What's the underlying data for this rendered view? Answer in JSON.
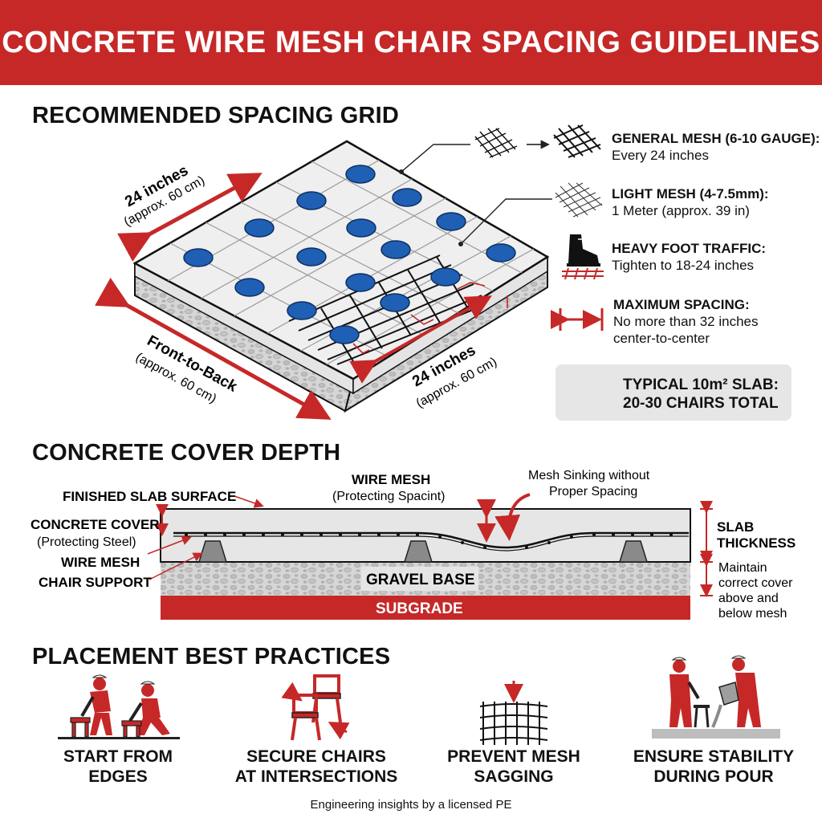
{
  "header": {
    "title": "CONCRETE WIRE MESH CHAIR SPACING GUIDELINES"
  },
  "grid_section": {
    "title": "RECOMMENDED SPACING GRID",
    "dim_top": {
      "value": "24 inches",
      "approx": "(approx. 60 cm)"
    },
    "dim_left": {
      "value": "Front-to-Back",
      "approx": "(approx. 60 cm)"
    },
    "dim_bottom": {
      "value": "24 inches",
      "approx": "(approx. 60 cm)"
    }
  },
  "legend": [
    {
      "title": "GENERAL MESH (6-10 GAUGE):",
      "text": "Every 24 inches",
      "icon": "mesh-arrow-icon"
    },
    {
      "title": "LIGHT MESH (4-7.5mm):",
      "text": "1 Meter (approx. 39 in)",
      "icon": "light-mesh-icon"
    },
    {
      "title": "HEAVY FOOT TRAFFIC:",
      "text": "Tighten to 18-24 inches",
      "icon": "boot-icon"
    },
    {
      "title": "MAXIMUM SPACING:",
      "text": "No more than 32 inches",
      "text2": "center-to-center",
      "icon": "spacing-arrow-icon"
    }
  ],
  "summary": {
    "line1": "TYPICAL 10m² SLAB:",
    "line2": "20-30 CHAIRS TOTAL",
    "icon": "slab-icon"
  },
  "cover_section": {
    "title": "CONCRETE COVER DEPTH",
    "finished_surface": "FINISHED SLAB SURFACE",
    "cover_title": "CONCRETE COVER",
    "cover_sub": "(Protecting Steel)",
    "wire_mesh": "WIRE MESH",
    "chair_support": "CHAIR SUPPORT",
    "top_mesh_title": "WIRE MESH",
    "top_mesh_sub": "(Protecting Spacint)",
    "sinking_line1": "Mesh Sinking without",
    "sinking_line2": "Proper Spacing",
    "gravel": "GRAVEL BASE",
    "subgrade": "SUBGRADE",
    "slab_thickness_1": "SLAB",
    "slab_thickness_2": "THICKNESS",
    "maintain": [
      "Maintain",
      "correct cover",
      "above and",
      "below mesh"
    ]
  },
  "practices": {
    "title": "PLACEMENT BEST PRACTICES",
    "items": [
      {
        "line1": "START FROM",
        "line2": "EDGES",
        "icon": "workers-placing-chairs-icon"
      },
      {
        "line1": "SECURE CHAIRS",
        "line2": "AT INTERSECTIONS",
        "icon": "chairs-icon"
      },
      {
        "line1": "PREVENT MESH",
        "line2": "SAGGING",
        "icon": "mesh-grid-icon"
      },
      {
        "line1": "ENSURE STABILITY",
        "line2": "DURING POUR",
        "icon": "workers-pouring-icon"
      }
    ]
  },
  "footer": {
    "text": "Engineering insights by a licensed PE"
  },
  "colors": {
    "accent": "#c62828",
    "chair": "#1f5fb4",
    "gravel": "#cfcfcf",
    "slab": "#ececec"
  }
}
